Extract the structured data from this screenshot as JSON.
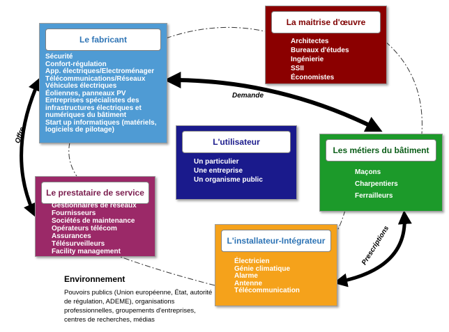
{
  "fabricant": {
    "title": "Le fabricant",
    "items": [
      "Sécurité",
      "Confort-régulation",
      "App. électriques/Electroménager",
      "Télécommunications/Réseaux",
      "Véhicules électriques",
      "Éoliennes, panneaux PV",
      "Entreprises spécialistes des infrastructures électriques et numériques du bâtiment",
      "Start up informatiques (matériels, logiciels de pilotage)"
    ]
  },
  "maitrise": {
    "title": "La maitrise d'œuvre",
    "items": [
      "Architectes",
      "Bureaux d'études",
      "Ingénierie",
      "SSII",
      "Économistes"
    ]
  },
  "metiers": {
    "title": "Les métiers du bâtiment",
    "items": [
      "Maçons",
      "Charpentiers",
      "Ferrailleurs"
    ]
  },
  "utilisateur": {
    "title": "L'utilisateur",
    "items": [
      "Un particulier",
      "Une entreprise",
      "Un organisme public"
    ]
  },
  "prestataire": {
    "title": "Le prestataire de service",
    "items": [
      "Gestionnaires de réseaux",
      "Fournisseurs",
      "Sociétés de maintenance",
      "Opérateurs télécom",
      "Assurances",
      "Télésurveilleurs",
      "Facility management"
    ]
  },
  "installateur": {
    "title": "L'installateur-Intégrateur",
    "items": [
      "Électricien",
      "Génie climatique",
      "Alarme",
      "Antenne",
      "Télécommunication"
    ]
  },
  "arrows": {
    "demande": "Demande",
    "offre": "Offre",
    "prescriptions": "Prescriptions"
  },
  "environnement": {
    "title": "Environnement",
    "text": "Pouvoirs publics (Union européenne, État, autorité de régulation, ADEME), organisations professionnelles, groupements d'entreprises, centres de recherches, médias"
  },
  "colors": {
    "fabricant": "#4f9bd4",
    "maitrise": "#8b0000",
    "metiers": "#1c9a2a",
    "utilisateur": "#1a1a8c",
    "prestataire": "#9b2968",
    "installateur": "#f5a21b"
  }
}
